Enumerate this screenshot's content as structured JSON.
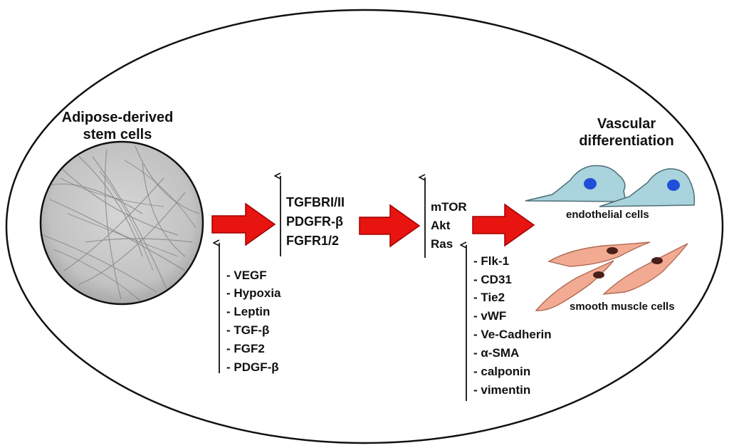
{
  "title_left": [
    "Adipose-derived",
    "stem cells"
  ],
  "title_right": [
    "Vascular",
    "differentiation"
  ],
  "receptors": [
    "TGFBRI/II",
    "PDGFR-β",
    "FGFR1/2"
  ],
  "signaling": [
    "mTOR",
    "Akt",
    "Ras"
  ],
  "inducers": [
    "- VEGF",
    "- Hypoxia",
    "- Leptin",
    "- TGF-β",
    "- FGF2",
    "- PDGF-β"
  ],
  "markers": [
    "- Flk-1",
    "- CD31",
    "- Tie2",
    "- vWF",
    "- Ve-Cadherin",
    "- α-SMA",
    "- calponin",
    "- vimentin"
  ],
  "cell_labels": {
    "endothelial": "endothelial cells",
    "smooth_muscle": "smooth muscle cells"
  },
  "colors": {
    "arrow_fill": "#e8140f",
    "arrow_stroke": "#a00000",
    "endothelial_fill": "#a9d3dd",
    "endothelial_nucleus": "#1f4fd8",
    "smooth_muscle_fill": "#f2ab92",
    "smooth_muscle_nucleus": "#4a1f1a"
  }
}
